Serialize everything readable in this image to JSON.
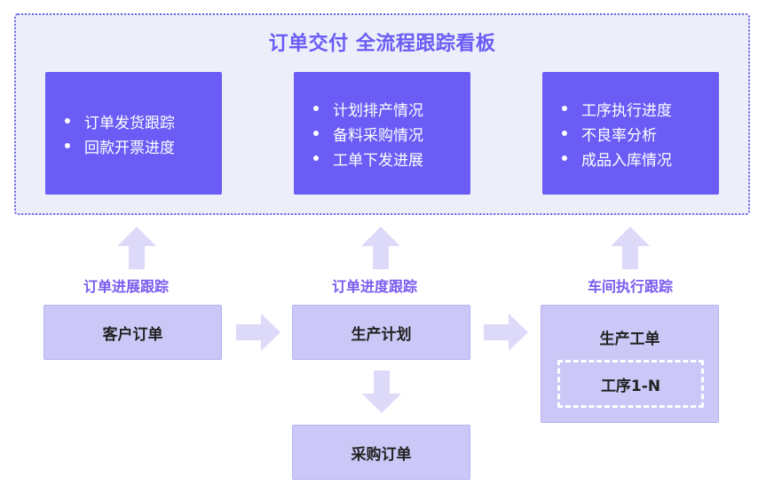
{
  "dashboard": {
    "title": "订单交付 全流程跟踪看板",
    "panels": [
      {
        "items": [
          "订单发货跟踪",
          "回款开票进度"
        ]
      },
      {
        "items": [
          "计划排产情况",
          "备料采购情况",
          "工单下发进展"
        ]
      },
      {
        "items": [
          "工序执行进度",
          "不良率分析",
          "成品入库情况"
        ]
      }
    ]
  },
  "tracks": [
    {
      "label": "订单进展跟踪"
    },
    {
      "label": "订单进度跟踪"
    },
    {
      "label": "车间执行跟踪"
    }
  ],
  "nodes": {
    "customer_order": "客户订单",
    "production_plan": "生产计划",
    "work_order": "生产工单",
    "process": "工序1-N",
    "purchase_order": "采购订单"
  },
  "colors": {
    "accent": "#6a5cf5",
    "dashboard_bg": "#eceefa",
    "node_bg": "#cbc8f7",
    "arrow": "#ddd9f8"
  }
}
